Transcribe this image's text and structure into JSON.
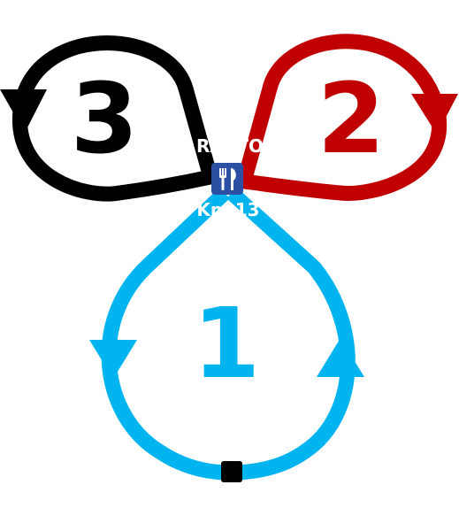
{
  "loops": {
    "one": {
      "number": "1",
      "color": "#00B4F0"
    },
    "two": {
      "number": "2",
      "color": "#C00000"
    },
    "three": {
      "number": "3",
      "color": "#000000"
    }
  },
  "rest_area": {
    "icon": "fork-knife-icon",
    "label_top": "RASTO",
    "label_bottom": "Km 13",
    "color": "#2A4FA3"
  },
  "start_point": {
    "icon": "start-square-icon",
    "color": "#000000"
  }
}
